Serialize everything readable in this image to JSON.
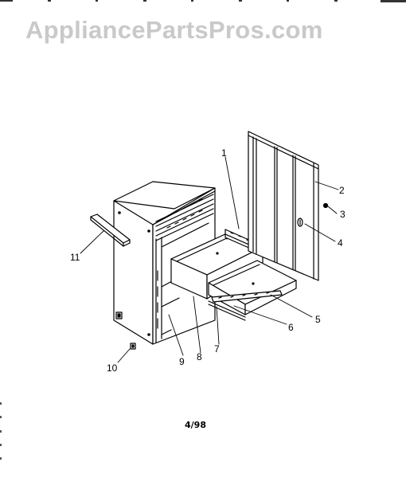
{
  "watermark": "AppliancePartsPros.com",
  "page_code": "4/98",
  "callouts": [
    {
      "id": "1",
      "label": "1"
    },
    {
      "id": "2",
      "label": "2"
    },
    {
      "id": "3",
      "label": "3"
    },
    {
      "id": "4",
      "label": "4"
    },
    {
      "id": "5",
      "label": "5"
    },
    {
      "id": "6",
      "label": "6"
    },
    {
      "id": "7",
      "label": "7"
    },
    {
      "id": "8",
      "label": "8"
    },
    {
      "id": "9",
      "label": "9"
    },
    {
      "id": "10",
      "label": "10"
    },
    {
      "id": "11",
      "label": "11"
    }
  ]
}
